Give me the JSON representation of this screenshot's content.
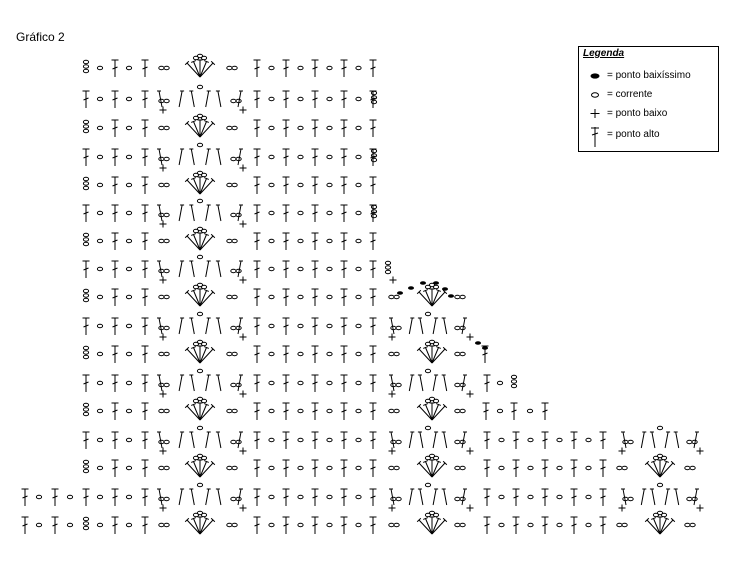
{
  "chart": {
    "title": "Gráfico 2"
  },
  "legend": {
    "title": "Legenda",
    "items": [
      {
        "symbol": "ponto-baixissimo-symbol",
        "label": "= ponto baixíssimo"
      },
      {
        "symbol": "corrente-symbol",
        "label": "= corrente"
      },
      {
        "symbol": "ponto-baixo-symbol",
        "label": "= ponto baixo"
      },
      {
        "symbol": "ponto-alto-symbol",
        "label": "= ponto alto"
      }
    ]
  },
  "pattern": {
    "row_count": 17
  }
}
